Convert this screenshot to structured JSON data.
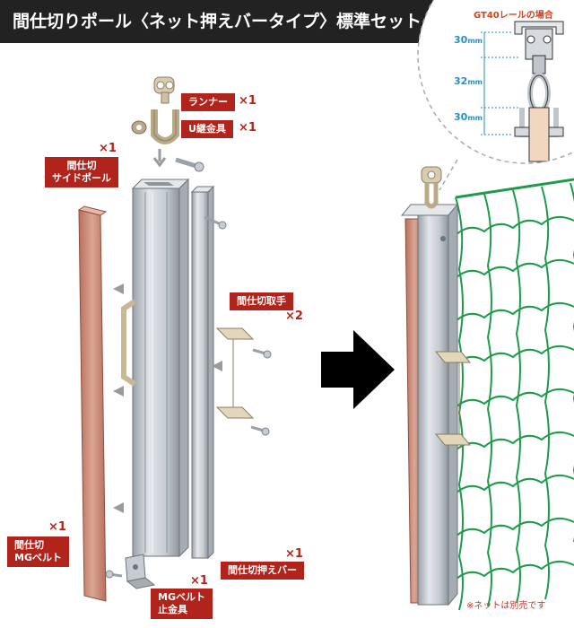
{
  "title": "間仕切りポール〈ネット押えバータイプ〉標準セット",
  "parts": {
    "runner": {
      "label": "ランナー",
      "qty": "×1"
    },
    "u_fitting": {
      "label": "U継金具",
      "qty": "×1"
    },
    "side_pole": {
      "label_line1": "間仕切",
      "label_line2": "サイドポール",
      "qty": "×1"
    },
    "handle": {
      "label": "間仕切取手",
      "qty": "×2"
    },
    "mg_belt": {
      "label_line1": "間仕切",
      "label_line2": "MGベルト",
      "qty": "×1"
    },
    "stopper": {
      "label_line1": "MGベルト",
      "label_line2": "止金具",
      "qty": "×1"
    },
    "press_bar": {
      "label": "間仕切押えバー",
      "qty": "×1"
    }
  },
  "detail": {
    "rail_title": "GT40レールの場合",
    "dims": [
      {
        "value": "30",
        "unit": "mm"
      },
      {
        "value": "32",
        "unit": "mm"
      },
      {
        "value": "30",
        "unit": "mm"
      }
    ]
  },
  "note": "※ネットは別売です",
  "colors": {
    "accent": "#b0241b",
    "dimension": "#2a8fbd",
    "net": "#1e9b4a",
    "belt": "#c98a76",
    "pole": "#c9ced4"
  }
}
